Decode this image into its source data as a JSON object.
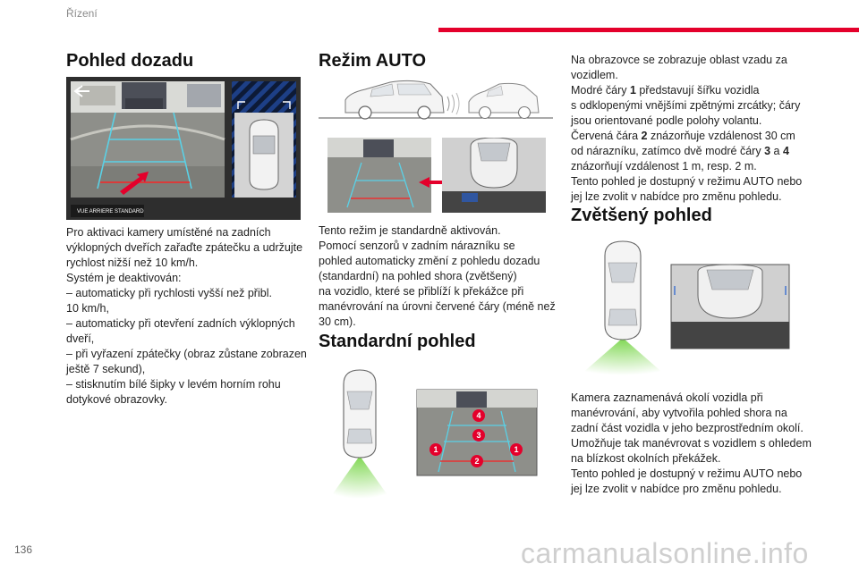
{
  "header": {
    "section": "Řízení"
  },
  "page_number": "136",
  "watermark": "carmanualsonline.info",
  "colors": {
    "accent_red": "#e4002b",
    "blue_line": "#5ad1e6",
    "red_line": "#e83232",
    "green_zone": "#6fd23c"
  },
  "col1": {
    "title": "Pohled dozadu",
    "figure": {
      "label": "VUE ARRIERE STANDARD",
      "back_icon": "arrow-left-icon"
    },
    "lines": [
      "Pro aktivaci kamery umístěné na zadních",
      "výklopných dveřích zařaďte zpátečku a udržujte",
      "rychlost nižší než 10 km/h.",
      "Systém je deaktivován:",
      "–  automaticky při rychlosti vyšší než přibl.",
      "10 km/h,",
      "–  automaticky při otevření zadních výklopných",
      "dveří,",
      "–  při vyřazení zpátečky (obraz zůstane zobrazen",
      "ještě 7 sekund),",
      "–  stisknutím bílé šipky v levém horním rohu",
      "dotykové obrazovky."
    ]
  },
  "col2": {
    "title_auto": "Režim AUTO",
    "auto_lines": [
      "Tento režim je standardně aktivován.",
      "Pomocí senzorů v zadním nárazníku se",
      "pohled automaticky změní z pohledu dozadu",
      "(standardní) na pohled shora (zvětšený)",
      "na vozidlo, které se přiblíží k překážce při",
      "manévrování na úrovni červené čáry (méně než",
      "30 cm)."
    ],
    "title_standard": "Standardní pohled",
    "markers": [
      "1",
      "1",
      "2",
      "3",
      "4"
    ]
  },
  "col3": {
    "p1": {
      "l1": "Na obrazovce se zobrazuje oblast vzadu za",
      "l2": "vozidlem.",
      "l3a": "Modré čáry ",
      "l3b": "1",
      "l3c": " představují šířku vozidla",
      "l4": "s odklopenými vnějšími zpětnými zrcátky; čáry",
      "l5": "jsou orientované podle polohy volantu.",
      "l6a": "Červená čára ",
      "l6b": "2",
      "l6c": " znázorňuje vzdálenost 30 cm",
      "l7a": "od nárazníku, zatímco dvě modré čáry ",
      "l7b": "3",
      "l7c": " a ",
      "l7d": "4",
      "l8": "znázorňují vzdálenost 1 m, resp. 2 m.",
      "l9": "Tento pohled je dostupný v režimu AUTO nebo",
      "l10": "jej lze zvolit v nabídce pro změnu pohledu."
    },
    "title_zoom": "Zvětšený pohled",
    "zoom_lines": [
      "Kamera zaznamenává okolí vozidla při",
      "manévrování, aby vytvořila pohled shora na",
      "zadní část vozidla v jeho bezprostředním okolí.",
      "Umožňuje tak manévrovat s vozidlem s ohledem",
      "na blízkost okolních překážek.",
      "Tento pohled je dostupný v režimu AUTO nebo",
      "jej lze zvolit v nabídce pro změnu pohledu."
    ]
  }
}
